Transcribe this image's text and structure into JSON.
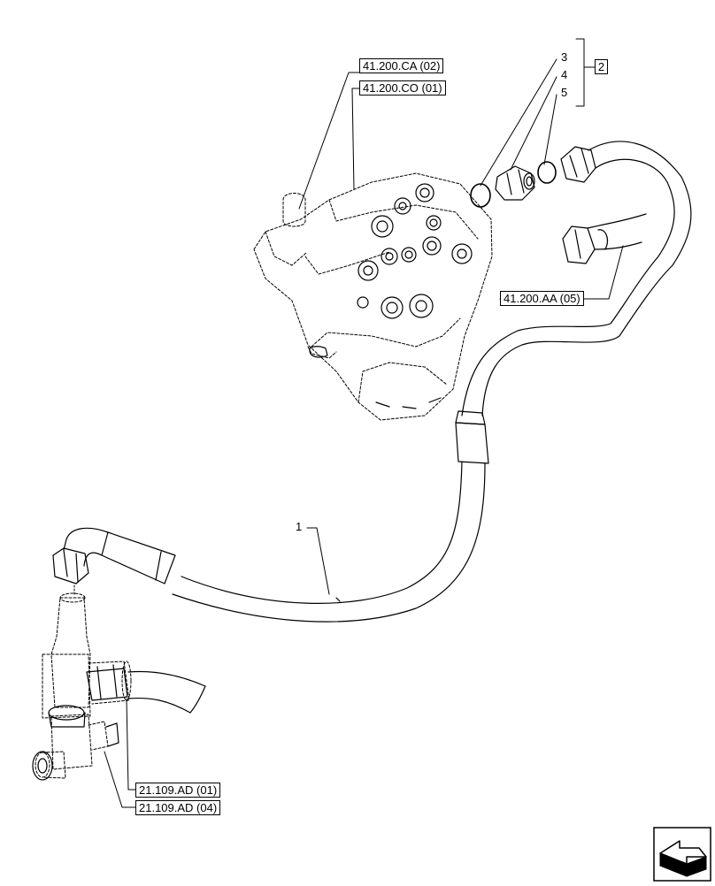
{
  "references": {
    "valve_ca": "41.200.CA (02)",
    "valve_co": "41.200.CO (01)",
    "hose_aa": "41.200.AA (05)",
    "tee_ad1": "21.109.AD (01)",
    "tee_ad4": "21.109.AD (04)"
  },
  "callouts": {
    "item_1": "1",
    "item_3": "3",
    "item_4": "4",
    "item_5": "5",
    "group_2": "2"
  },
  "icons": {
    "navigation": "next-page-arrow-icon"
  }
}
